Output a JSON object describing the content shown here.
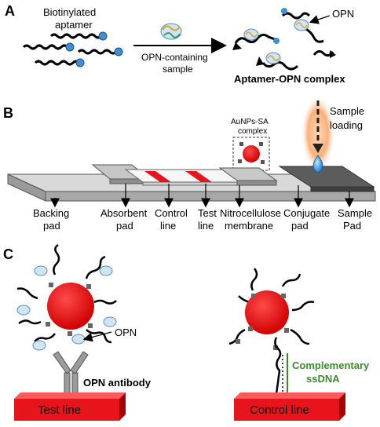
{
  "panel_a": {
    "letter": "A",
    "aptamer_label_1": "Biotinylated",
    "aptamer_label_2": "aptamer",
    "target_label": "OPN",
    "arrow_label_1": "OPN-containing",
    "arrow_label_2": "sample",
    "complex_label": "Aptamer-OPN complex"
  },
  "panel_b": {
    "letter": "B",
    "au_label_1": "AuNPs-SA",
    "au_label_2": "complex",
    "sample_label_1": "Sample",
    "sample_label_2": "loading",
    "strip_labels": [
      {
        "l1": "Backing",
        "l2": "pad"
      },
      {
        "l1": "Absorbent",
        "l2": "pad"
      },
      {
        "l1": "Control",
        "l2": "line"
      },
      {
        "l1": "Test",
        "l2": "line"
      },
      {
        "l1": "Nitrocellulose",
        "l2": "membrane"
      },
      {
        "l1": "Conjugate",
        "l2": "pad"
      },
      {
        "l1": "Sample",
        "l2": "Pad"
      }
    ]
  },
  "panel_c": {
    "letter": "C",
    "opn_label": "OPN",
    "antibody_label": "OPN antibody",
    "test_line": "Test line",
    "control_line": "Control line",
    "ssdna_label_1": "Complementary",
    "ssdna_label_2": "ssDNA"
  },
  "colors": {
    "red": "#e8141b",
    "green": "#3d8a2b",
    "bead": "#3d8fd6",
    "strip_gray": "#b8b8b8",
    "dark_pad": "#5c5c5c",
    "glow": "#f7a15a"
  }
}
